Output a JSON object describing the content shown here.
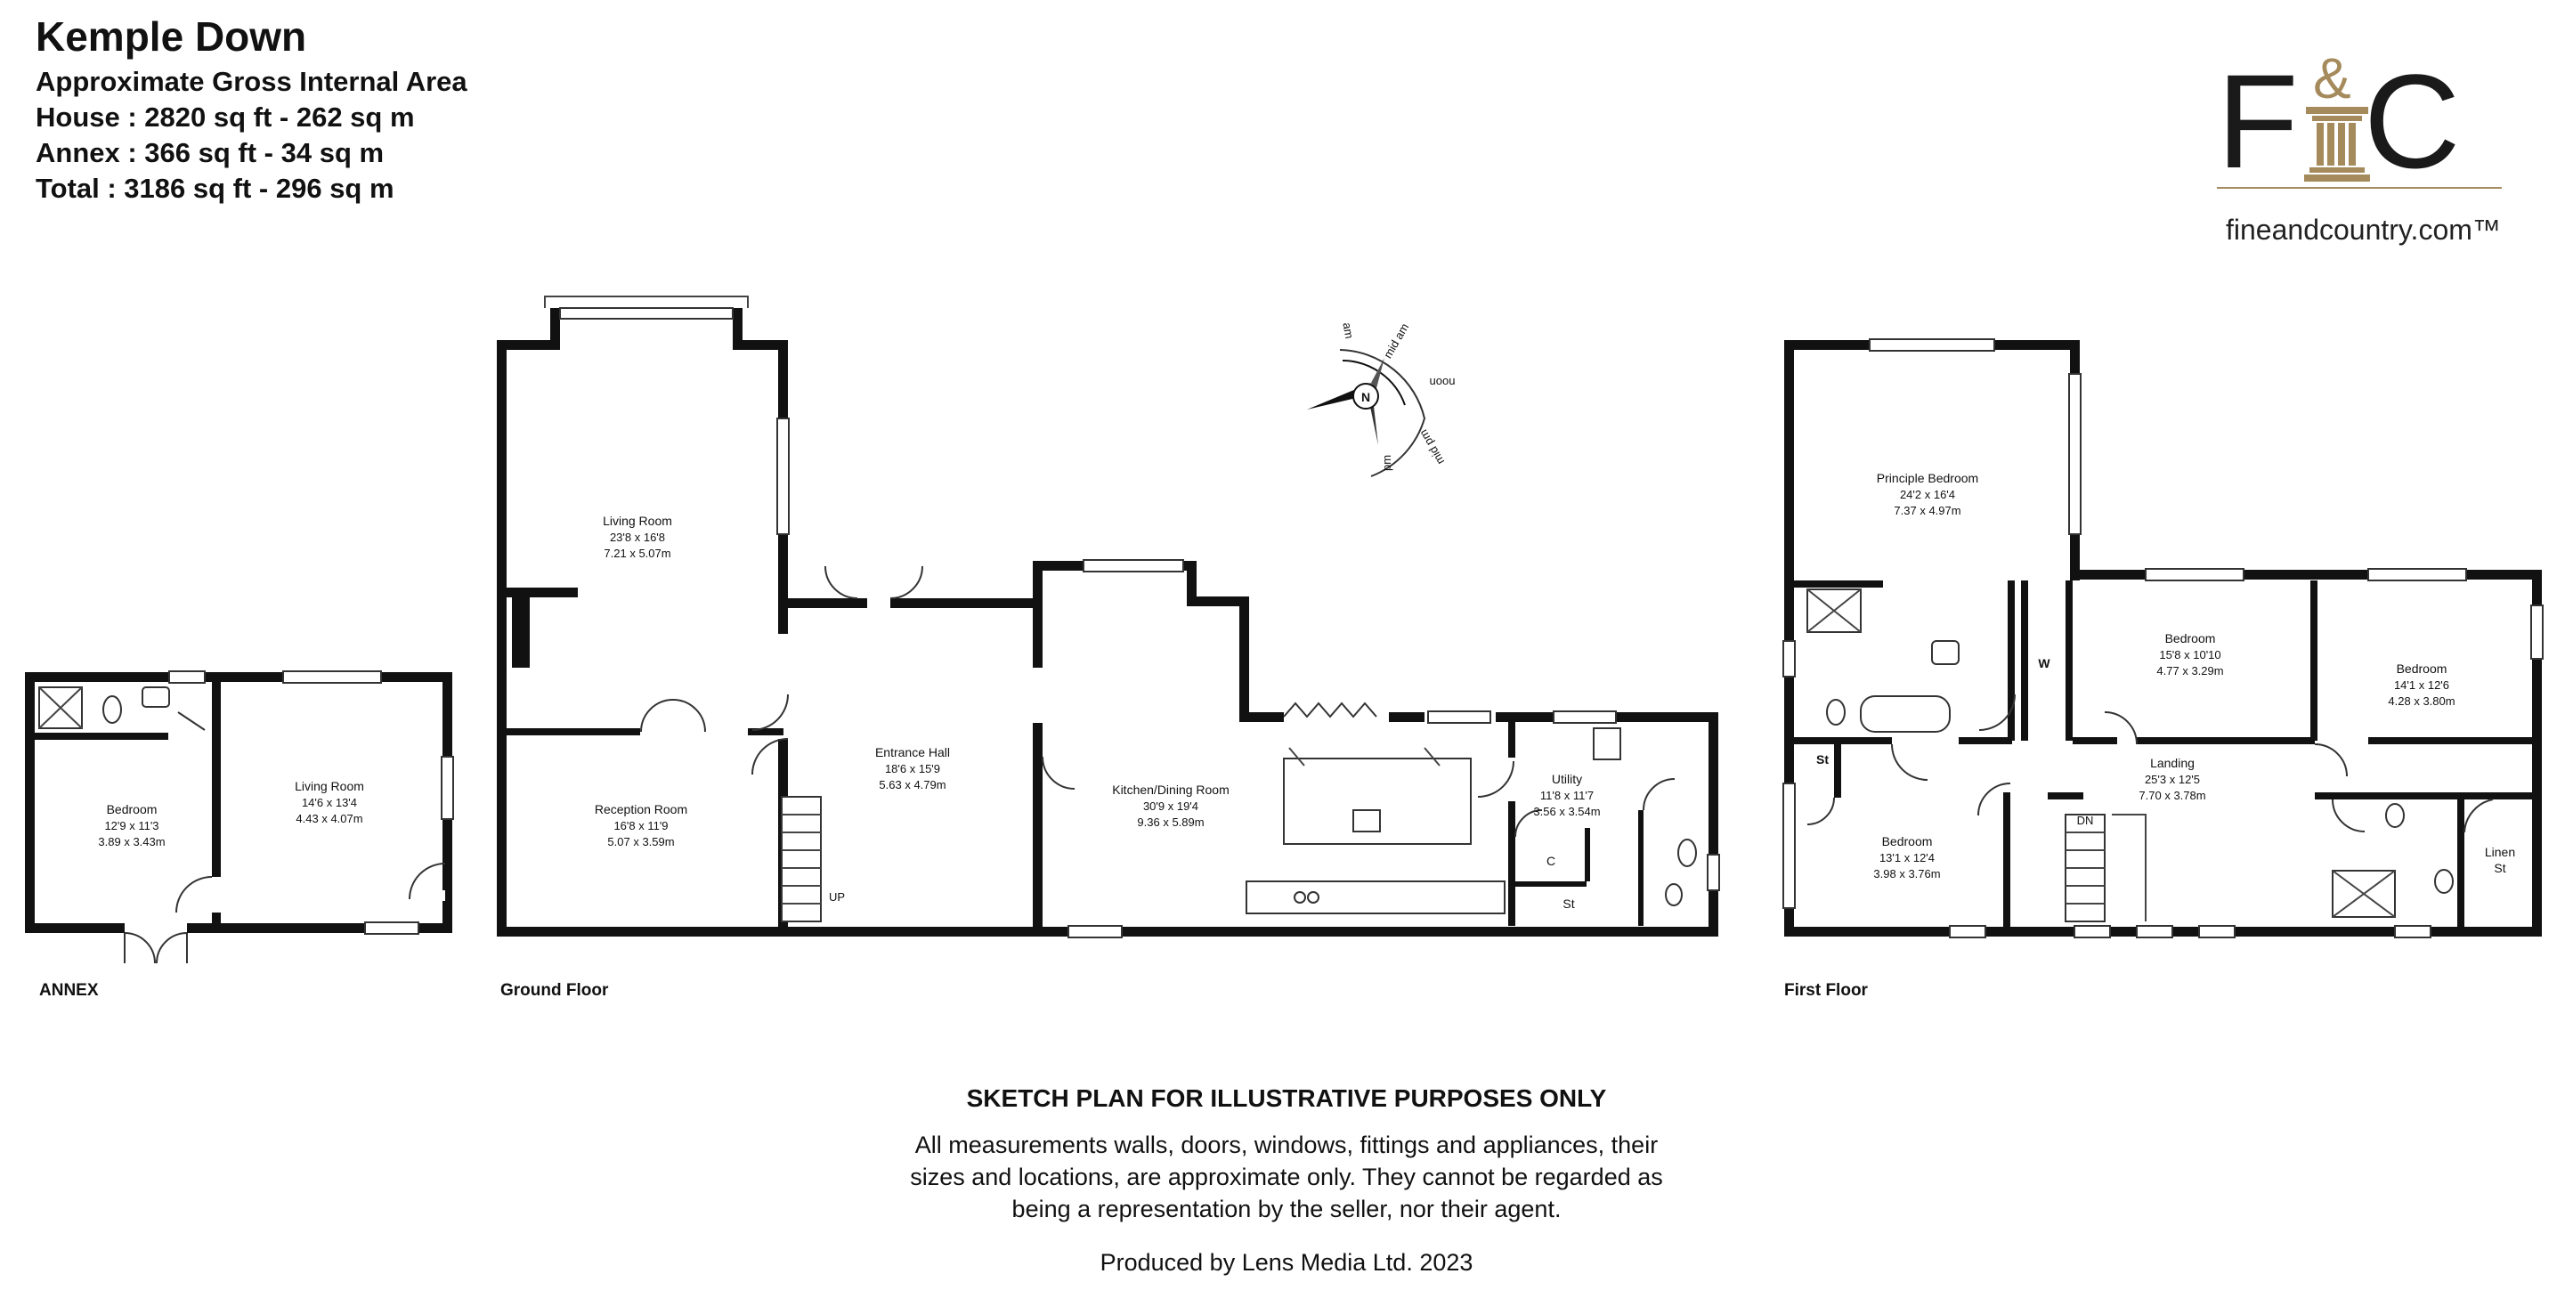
{
  "header": {
    "title": "Kemple Down",
    "area_heading": "Approximate Gross Internal Area",
    "house": "House : 2820 sq ft - 262 sq m",
    "annex": "Annex : 366 sq ft - 34 sq m",
    "total": "Total : 3186 sq ft - 296 sq m"
  },
  "logo": {
    "letter_left": "F",
    "ampersand": "&",
    "letter_right": "C",
    "website": "fineandcountry.com™",
    "brand_color": "#1a1a1a",
    "accent_color": "#a58a5c"
  },
  "compass": {
    "north": "N",
    "labels": [
      "am",
      "mid am",
      "noon",
      "mid pm",
      "pm"
    ]
  },
  "floors": {
    "annex": "ANNEX",
    "ground": "Ground Floor",
    "first": "First Floor"
  },
  "rooms": {
    "annex_bedroom": {
      "name": "Bedroom",
      "imperial": "12'9 x 11'3",
      "metric": "3.89 x 3.43m"
    },
    "annex_living": {
      "name": "Living Room",
      "imperial": "14'6 x 13'4",
      "metric": "4.43 x 4.07m"
    },
    "living": {
      "name": "Living Room",
      "imperial": "23'8 x 16'8",
      "metric": "7.21 x 5.07m"
    },
    "reception": {
      "name": "Reception Room",
      "imperial": "16'8 x 11'9",
      "metric": "5.07 x 3.59m"
    },
    "hall": {
      "name": "Entrance Hall",
      "imperial": "18'6 x 15'9",
      "metric": "5.63 x 4.79m"
    },
    "kitchen": {
      "name": "Kitchen/Dining Room",
      "imperial": "30'9 x 19'4",
      "metric": "9.36 x 5.89m"
    },
    "utility": {
      "name": "Utility",
      "imperial": "11'8 x 11'7",
      "metric": "3.56 x 3.54m"
    },
    "utility_c": "C",
    "utility_st": "St",
    "principle": {
      "name": "Principle Bedroom",
      "imperial": "24'2 x 16'4",
      "metric": "7.37 x 4.97m"
    },
    "wardrobe": "W",
    "bed2": {
      "name": "Bedroom",
      "imperial": "15'8 x 10'10",
      "metric": "4.77 x 3.29m"
    },
    "bed3": {
      "name": "Bedroom",
      "imperial": "14'1 x 12'6",
      "metric": "4.28 x 3.80m"
    },
    "bed4": {
      "name": "Bedroom",
      "imperial": "13'1 x 12'4",
      "metric": "3.98 x 3.76m"
    },
    "bed4_st": "St",
    "landing": {
      "name": "Landing",
      "imperial": "25'3 x 12'5",
      "metric": "7.70 x 3.78m"
    },
    "linen_line1": "Linen",
    "linen_line2": "St",
    "stair_up": "UP",
    "stair_dn": "DN"
  },
  "disclaimer": {
    "title": "SKETCH PLAN FOR ILLUSTRATIVE PURPOSES ONLY",
    "line1": "All measurements walls, doors, windows, fittings and appliances, their",
    "line2": "sizes and locations, are approximate only. They cannot be regarded as",
    "line3": "being a representation by the seller, nor their agent.",
    "produced": "Produced by Lens Media Ltd. 2023"
  }
}
